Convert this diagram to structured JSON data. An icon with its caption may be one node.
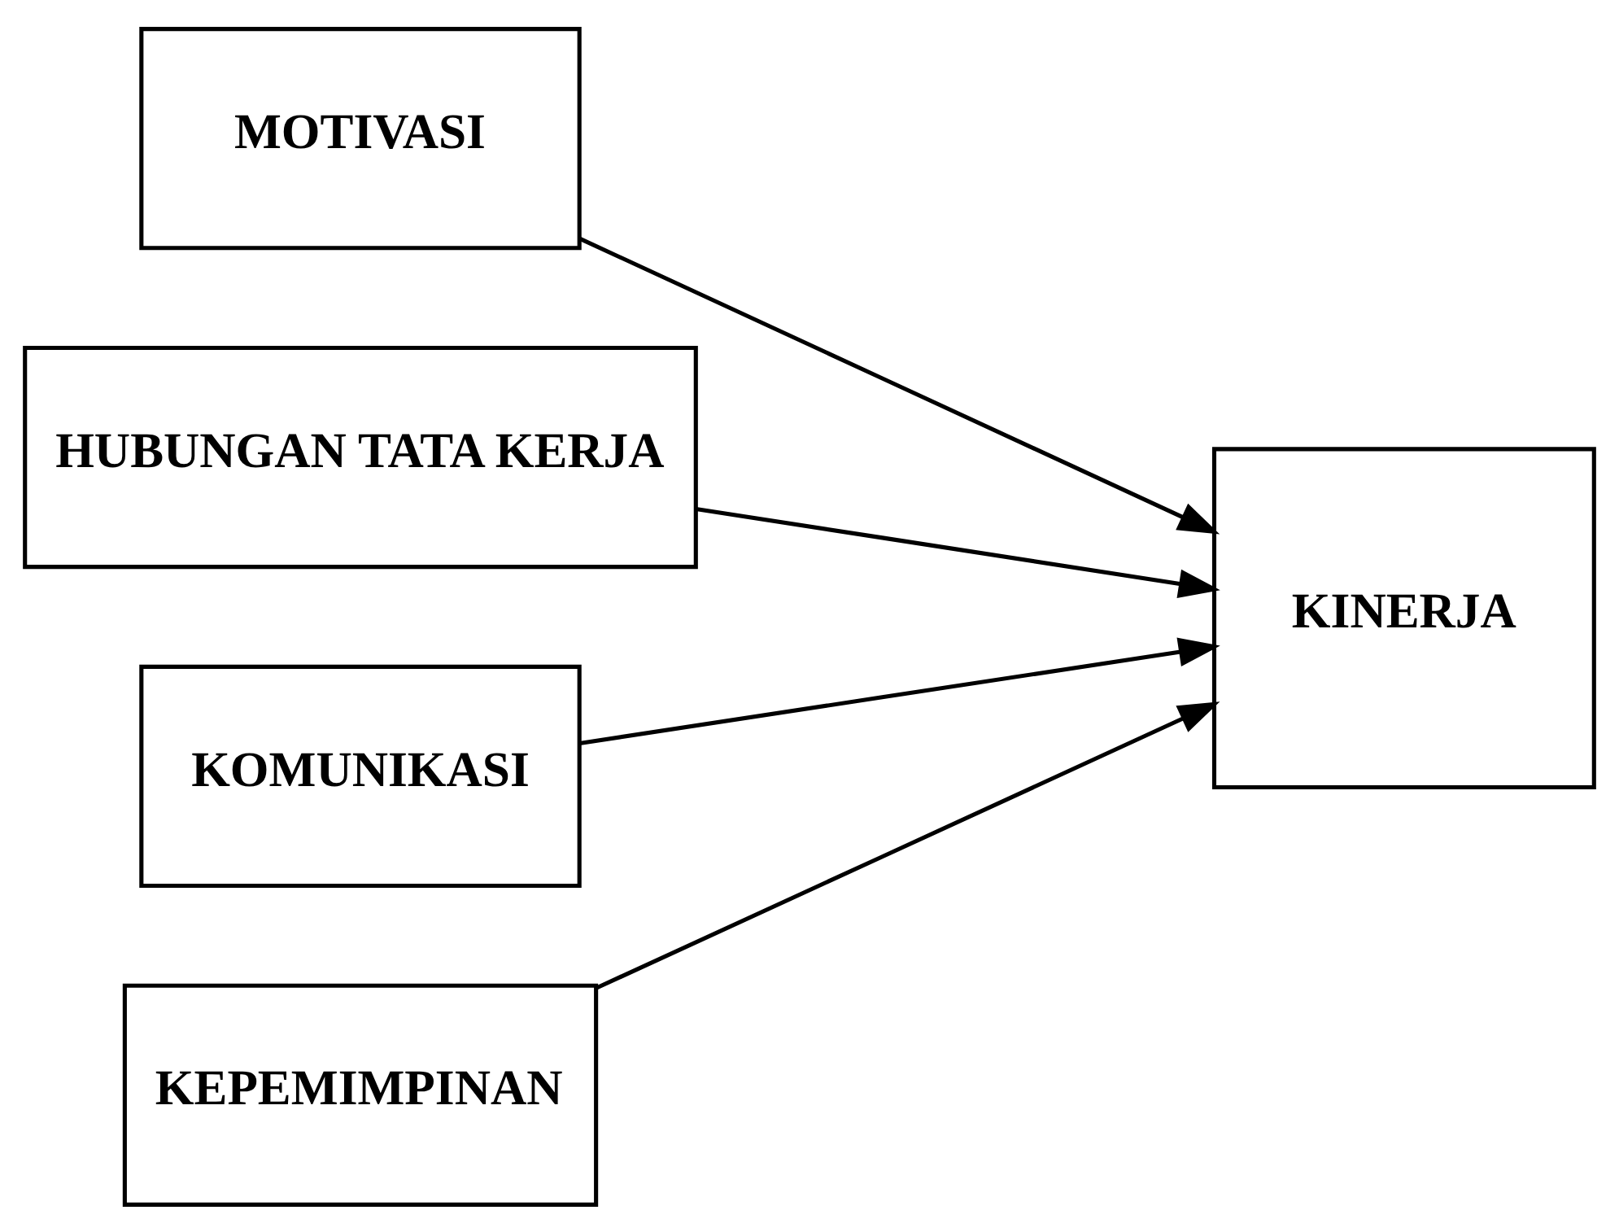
{
  "diagram": {
    "nodes": [
      {
        "text": [
          "MOTIVASI"
        ]
      },
      {
        "text": [
          "HUBUNGAN TATA KERJA"
        ]
      },
      {
        "text": [
          "KOMUNIKASI"
        ]
      },
      {
        "text": [
          "KEPEMIMPINAN"
        ]
      },
      {
        "text": [
          "KINERJA"
        ]
      }
    ],
    "edges": [
      {
        "from": 0,
        "to": 4,
        "arrow": "to"
      },
      {
        "from": 1,
        "to": 4,
        "arrow": "to"
      },
      {
        "from": 2,
        "to": 4,
        "arrow": "to"
      },
      {
        "from": 3,
        "to": 4,
        "arrow": "to"
      }
    ]
  }
}
